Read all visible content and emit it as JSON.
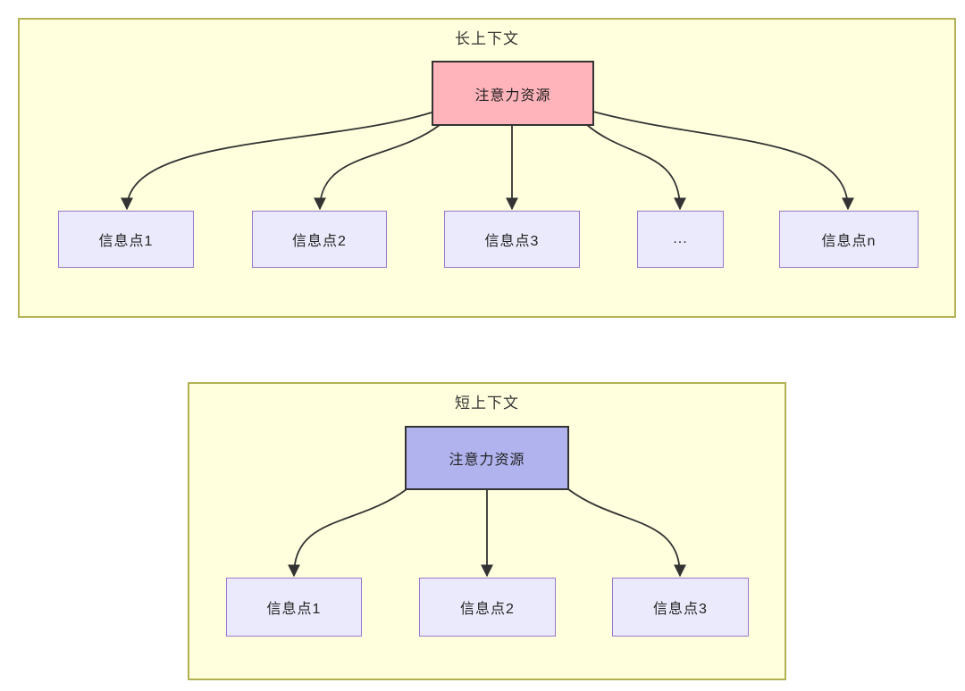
{
  "long_context": {
    "title": "长上下文",
    "attention": {
      "label": "注意力资源"
    },
    "info_nodes": [
      {
        "label": "信息点1"
      },
      {
        "label": "信息点2"
      },
      {
        "label": "信息点3"
      },
      {
        "label": "..."
      },
      {
        "label": "信息点n"
      }
    ]
  },
  "short_context": {
    "title": "短上下文",
    "attention": {
      "label": "注意力资源"
    },
    "info_nodes": [
      {
        "label": "信息点1"
      },
      {
        "label": "信息点2"
      },
      {
        "label": "信息点3"
      }
    ]
  },
  "colors": {
    "panel_background": "#ffffde",
    "panel_border": "#b2b255",
    "attention_long_fill": "#ffb3ba",
    "attention_short_fill": "#b1b3ee",
    "attention_border": "#333333",
    "info_fill": "#eaeafc",
    "info_border": "#9a77cf",
    "arrow": "#333333",
    "text": "#333333"
  }
}
